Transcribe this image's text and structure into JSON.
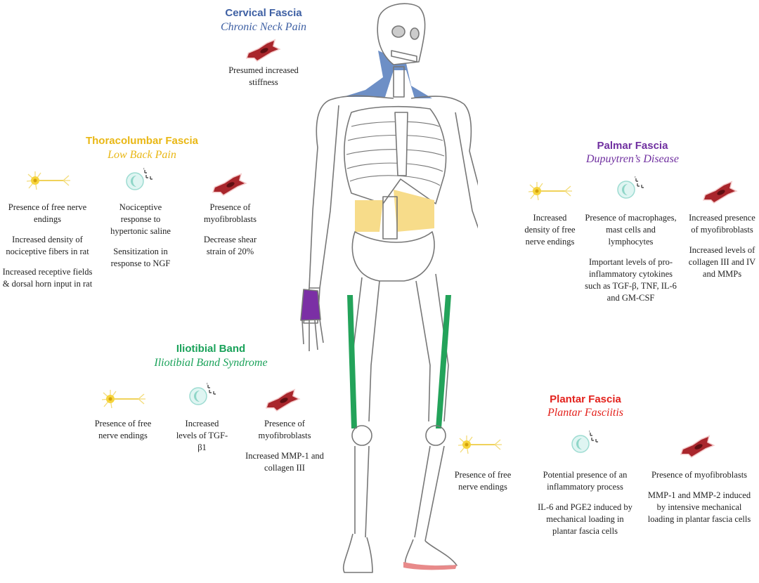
{
  "colors": {
    "cervical": "#3d5fa3",
    "thoracolumbar": "#e9b714",
    "palmar": "#7030a0",
    "iliotibial": "#1aa25a",
    "plantar": "#e3211c",
    "skeleton_line": "#777777",
    "cervical_fill": "#6d8fc6",
    "thoracolumbar_fill": "#f7dc8a",
    "palmar_fill": "#7b2fa5",
    "iliotibial_fill": "#23a35a",
    "plantar_fill": "#e88a8a"
  },
  "icons": {
    "neuron": "neuron-icon",
    "immune_cell": "immune-cell-icon",
    "myofibroblast": "myofibroblast-icon"
  },
  "cervical": {
    "title": "Cervical Fascia",
    "subtitle": "Chronic Neck Pain",
    "items": [
      [
        "Presumed increased stiffness"
      ]
    ]
  },
  "thoracolumbar": {
    "title": "Thoracolumbar Fascia",
    "subtitle": "Low Back Pain",
    "items": [
      [
        "Presence of free nerve endings",
        "Increased density of nociceptive fibers in rat",
        "Increased receptive fields & dorsal horn input in rat"
      ],
      [
        "Nociceptive response to hypertonic saline",
        "Sensitization in response to NGF"
      ],
      [
        "Presence of myofibroblasts",
        "Decrease shear strain of 20%"
      ]
    ]
  },
  "palmar": {
    "title": "Palmar Fascia",
    "subtitle": "Dupuytren’s Disease",
    "items": [
      [
        "Increased density of free nerve endings"
      ],
      [
        "Presence of macrophages, mast cells and lymphocytes",
        "Important levels of pro-inflammatory cytokines such as TGF-β, TNF, IL-6 and GM-CSF"
      ],
      [
        "Increased presence of myofibroblasts",
        "Increased levels of collagen III and IV and MMPs"
      ]
    ]
  },
  "iliotibial": {
    "title": "Iliotibial Band",
    "subtitle": "Iliotibial Band Syndrome",
    "items": [
      [
        "Presence of free nerve endings"
      ],
      [
        "Increased levels of TGF-β1"
      ],
      [
        "Presence of myofibroblasts",
        "Increased MMP-1 and collagen III"
      ]
    ]
  },
  "plantar": {
    "title": "Plantar Fascia",
    "subtitle": "Plantar Fasciitis",
    "items": [
      [
        "Presence of free nerve endings"
      ],
      [
        "Potential presence of an inflammatory process",
        "IL-6 and PGE2 induced by mechanical loading in plantar fascia cells"
      ],
      [
        "Presence of myofibroblasts",
        "MMP-1 and MMP-2 induced by intensive mechanical loading in plantar fascia cells"
      ]
    ]
  }
}
